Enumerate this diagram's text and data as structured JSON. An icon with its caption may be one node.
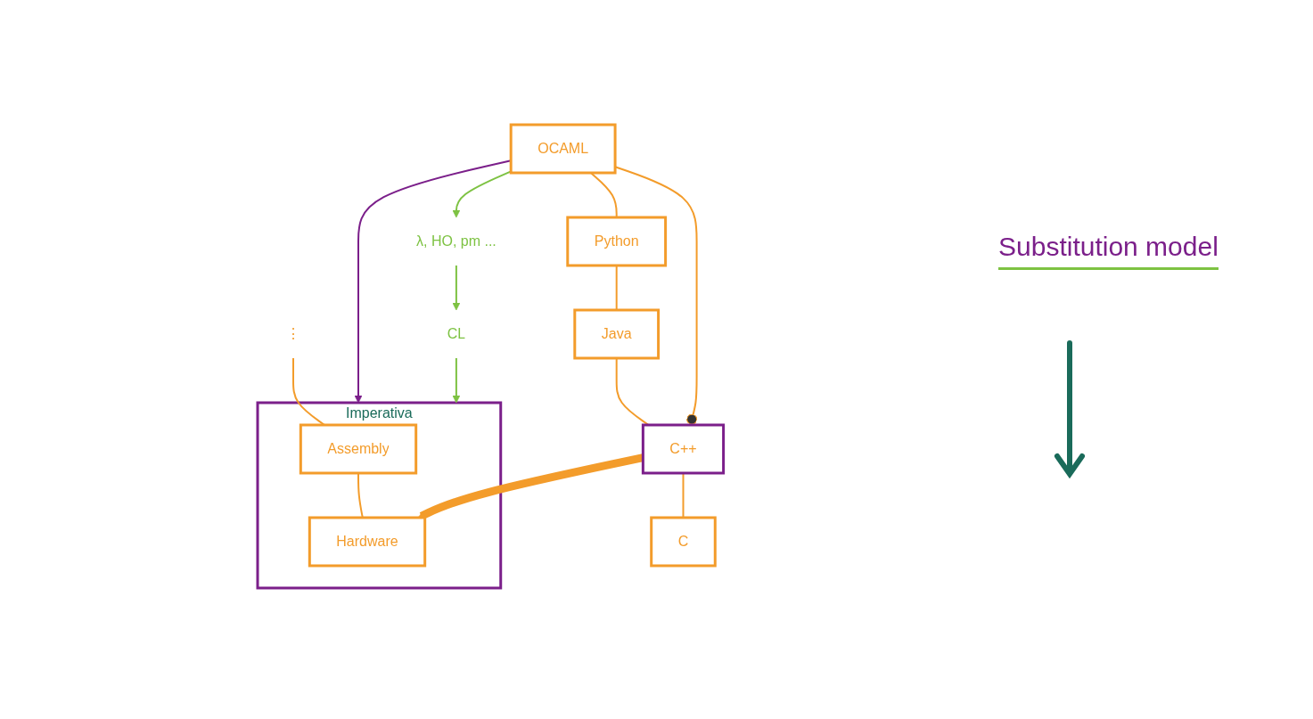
{
  "diagram": {
    "nodes": [
      {
        "text": [
          "OCAML"
        ]
      },
      {
        "text": [
          "Python"
        ]
      },
      {
        "text": [
          "Java"
        ]
      },
      {
        "text": [
          "C++"
        ]
      },
      {
        "text": [
          "C"
        ]
      },
      {
        "text": [
          "⋮"
        ]
      },
      {
        "text": [
          "Imperativa"
        ]
      },
      {
        "text": [
          "Assembly"
        ],
        "in": 6
      },
      {
        "text": [
          "Hardware"
        ],
        "in": 6
      },
      {
        "text": [
          "λ, HO, pm ..."
        ]
      },
      {
        "text": [
          "CL"
        ]
      }
    ],
    "edges": [
      {
        "from": 0,
        "to": 1,
        "arrow": "none"
      },
      {
        "from": 1,
        "to": 2,
        "arrow": "none"
      },
      {
        "from": 2,
        "to": 3,
        "arrow": "none"
      },
      {
        "from": 3,
        "to": 4,
        "arrow": "none"
      },
      {
        "from": 5,
        "to": 7,
        "arrow": "none"
      },
      {
        "from": 7,
        "to": 8,
        "arrow": "none"
      },
      {
        "from": 0,
        "to": 3,
        "arrow": "other"
      },
      {
        "from": 3,
        "to": 8,
        "arrow": "to",
        "style": "thick"
      },
      {
        "from": 0,
        "to": 6,
        "arrow": "to",
        "color": "#7b1f8a"
      },
      {
        "from": 0,
        "to": 9,
        "arrow": "to",
        "color": "#7dc242"
      },
      {
        "from": 9,
        "to": 10,
        "arrow": "to",
        "color": "#7dc242"
      },
      {
        "from": 10,
        "to": 6,
        "arrow": "to",
        "color": "#7dc242"
      }
    ],
    "labels": [
      "Substitution model"
    ]
  }
}
